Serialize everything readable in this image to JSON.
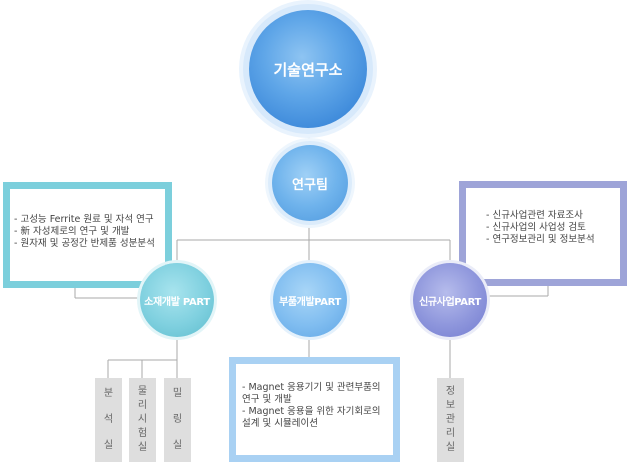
{
  "nodes": {
    "top": "기술연구소",
    "team": "연구팀",
    "part_left": "소재개발 PART",
    "part_mid": "부품개발PART",
    "part_right": "신규사업PART"
  },
  "boxes": {
    "left": [
      "- 고성능 Ferrite 원료 및 자석  연구",
      "- 新 자성제로의 연구 및 개발",
      "- 원자재 및 공정간 반제품 성분분석"
    ],
    "right": [
      "- 신규사업관련 자료조사",
      "- 신규사업의 사업성 검토",
      "- 연구정보관리 및 정보분석"
    ],
    "mid": [
      "- Magnet 응용기기 및 관련부품의",
      "  연구 및 개발",
      "- Magnet 응용을 위한 자기회로의",
      "  설계 및 시뮬레이션"
    ]
  },
  "rooms": {
    "r1": "분석실",
    "r2": "물리시험실",
    "r3": "밀링실",
    "r4": "정보관리실"
  },
  "colors": {
    "top": "#4a95df",
    "team": "#5ca4e4",
    "left_part": "#7fd0df",
    "mid_part": "#80bdf0",
    "right_part": "#8e96dc",
    "box_left_border": "#7ccfdc",
    "box_right_border": "#9ea4d8",
    "box_mid_border": "#a9d1f3",
    "room_bg": "#dedede",
    "connector": "#aaaaaa"
  }
}
